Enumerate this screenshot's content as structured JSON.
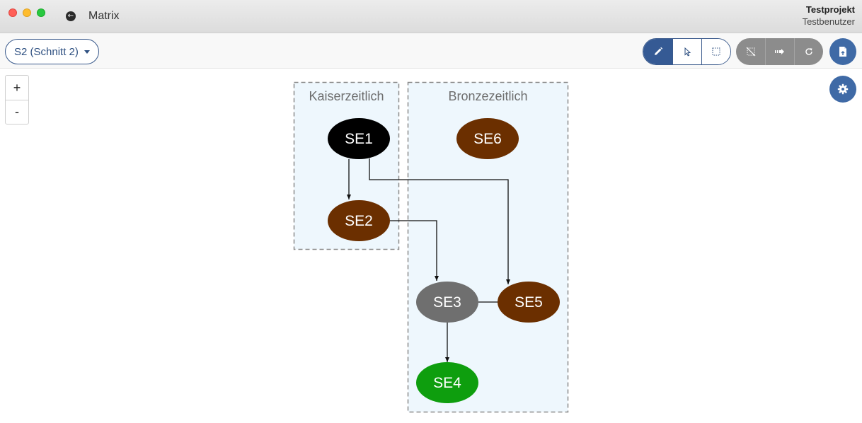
{
  "window": {
    "title": "Matrix",
    "project_name": "Testprojekt",
    "user_name": "Testbenutzer"
  },
  "toolbar": {
    "section_select": "S2 (Schnitt 2)",
    "tools": [
      "pencil-icon",
      "pointer-icon",
      "select-rect-icon"
    ],
    "gray_tools": [
      "deselect-icon",
      "arrow-flow-icon",
      "reload-icon"
    ],
    "accent": "#355a94"
  },
  "zoom": {
    "in_label": "+",
    "out_label": "-"
  },
  "graph": {
    "groups": [
      {
        "label": "Kaiserzeitlich"
      },
      {
        "label": "Bronzezeitlich"
      }
    ],
    "nodes": [
      {
        "id": "SE1",
        "label": "SE1",
        "color": "#000000"
      },
      {
        "id": "SE2",
        "label": "SE2",
        "color": "#6b2f00"
      },
      {
        "id": "SE3",
        "label": "SE3",
        "color": "#6f6f6f"
      },
      {
        "id": "SE4",
        "label": "SE4",
        "color": "#0e9e0e"
      },
      {
        "id": "SE5",
        "label": "SE5",
        "color": "#6b2f00"
      },
      {
        "id": "SE6",
        "label": "SE6",
        "color": "#6b2f00"
      }
    ],
    "edges": [
      {
        "from": "SE1",
        "to": "SE2",
        "type": "arrow"
      },
      {
        "from": "SE1",
        "to": "SE5",
        "type": "arrow"
      },
      {
        "from": "SE2",
        "to": "SE3",
        "type": "arrow"
      },
      {
        "from": "SE3",
        "to": "SE4",
        "type": "arrow"
      },
      {
        "from": "SE3",
        "to": "SE5",
        "type": "line"
      }
    ]
  }
}
